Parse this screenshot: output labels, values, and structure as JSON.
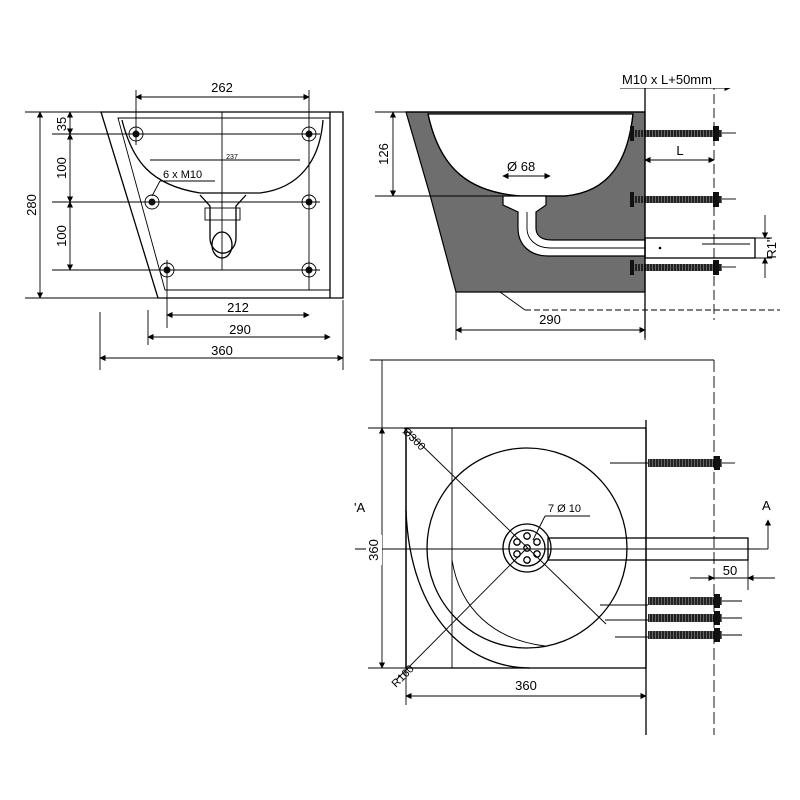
{
  "front_view": {
    "dim_top_width": "262",
    "dim_small_width": "237",
    "dim_bolts": "6 x M10",
    "dim_left_35": "35",
    "dim_left_100a": "100",
    "dim_left_100b": "100",
    "dim_height": "280",
    "dim_bottom_212": "212",
    "dim_bottom_290": "290",
    "dim_bottom_360": "360"
  },
  "side_view": {
    "dim_rod": "M10 x L+50mm",
    "dim_L": "L",
    "dim_126": "126",
    "dim_outlet_dia": "Ø 68",
    "dim_290": "290",
    "dim_thread": "R1\""
  },
  "top_view": {
    "dim_dia": "Ø300",
    "dim_holes": "7 Ø 10",
    "section_left": "'A",
    "section_right": "A",
    "dim_360_vertical": "360",
    "dim_radius": "R160",
    "dim_50": "50",
    "dim_360_horizontal": "360"
  }
}
